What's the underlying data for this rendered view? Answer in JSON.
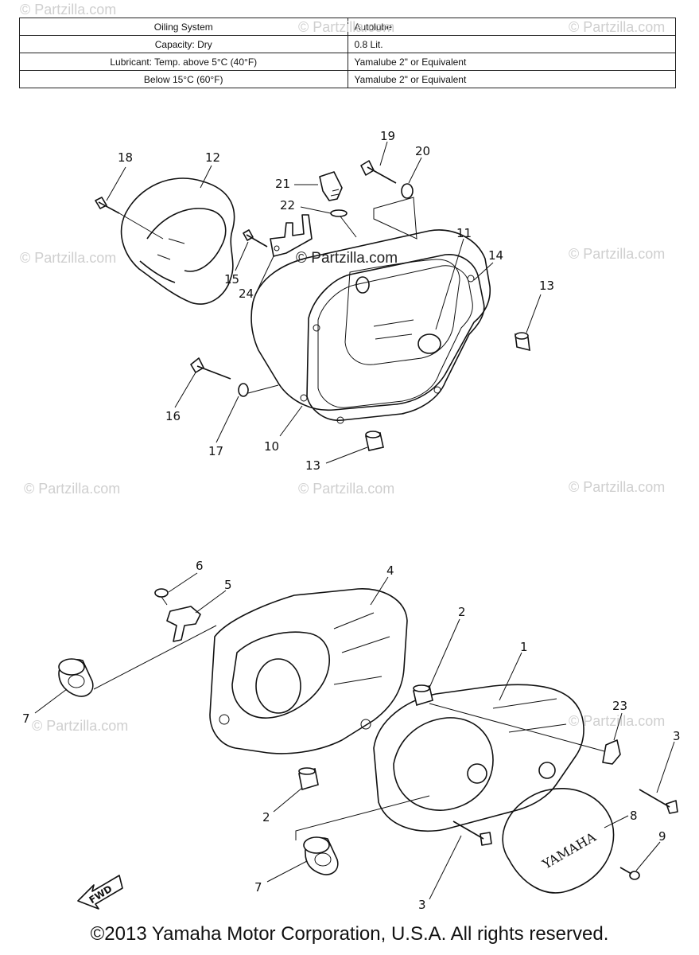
{
  "spec_table": {
    "rows": [
      {
        "label": "Oiling System",
        "value": "Autolube"
      },
      {
        "label": "Capacity: Dry",
        "value": "0.8 Lit."
      },
      {
        "label": "Lubricant: Temp. above 5°C (40°F)",
        "value": "Yamalube 2\" or Equivalent"
      },
      {
        "label": "Below 15°C (60°F)",
        "value": "Yamalube 2\" or Equivalent"
      }
    ]
  },
  "callouts": {
    "c1": "1",
    "c2a": "2",
    "c2b": "2",
    "c3a": "3",
    "c3b": "3",
    "c4": "4",
    "c5": "5",
    "c6": "6",
    "c7a": "7",
    "c7b": "7",
    "c8": "8",
    "c9": "9",
    "c10": "10",
    "c11": "11",
    "c12": "12",
    "c13a": "13",
    "c13b": "13",
    "c14": "14",
    "c15": "15",
    "c16": "16",
    "c17": "17",
    "c18": "18",
    "c19": "19",
    "c20": "20",
    "c21": "21",
    "c22": "22",
    "c23": "23",
    "c24": "24"
  },
  "watermark_text": "© Partzilla.com",
  "center_watermark": "© Partzilla.com",
  "fwd_label": "FWD",
  "cover_brand": "YAMAHA",
  "copyright": "©2013 Yamaha Motor Corporation, U.S.A. All rights reserved."
}
